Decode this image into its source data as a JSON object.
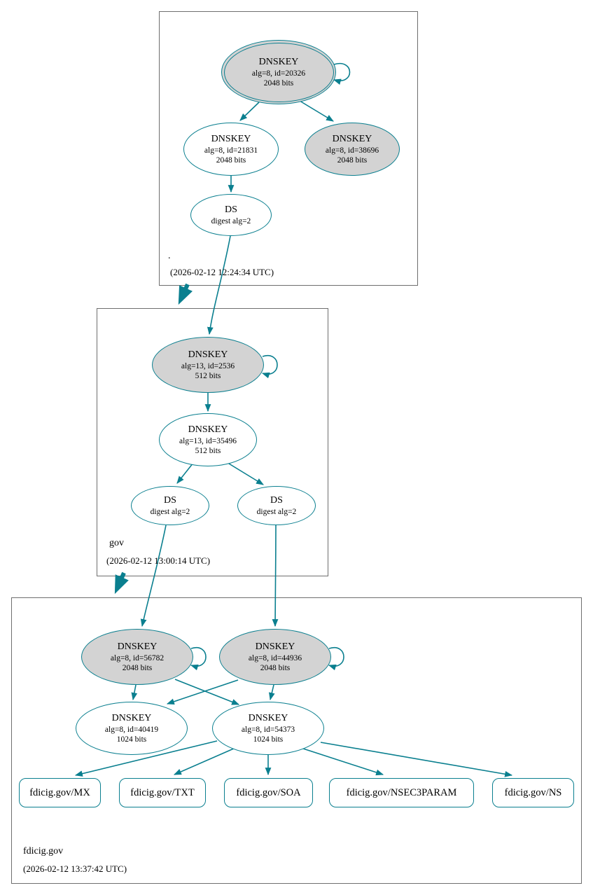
{
  "colors": {
    "secure": "#0a7f8f",
    "ksk_fill": "#d3d3d3",
    "node_fill": "#ffffff"
  },
  "zones": {
    "root": {
      "label": ".",
      "timestamp": "(2026-02-12 12:24:34 UTC)",
      "nodes": {
        "ksk20326": {
          "title": "DNSKEY",
          "detail": "alg=8, id=20326",
          "bits": "2048 bits"
        },
        "zsk21831": {
          "title": "DNSKEY",
          "detail": "alg=8, id=21831",
          "bits": "2048 bits"
        },
        "ksk38696": {
          "title": "DNSKEY",
          "detail": "alg=8, id=38696",
          "bits": "2048 bits"
        },
        "ds": {
          "title": "DS",
          "detail": "digest alg=2"
        }
      }
    },
    "gov": {
      "label": "gov",
      "timestamp": "(2026-02-12 13:00:14 UTC)",
      "nodes": {
        "ksk2536": {
          "title": "DNSKEY",
          "detail": "alg=13, id=2536",
          "bits": "512 bits"
        },
        "zsk35496": {
          "title": "DNSKEY",
          "detail": "alg=13, id=35496",
          "bits": "512 bits"
        },
        "ds_left": {
          "title": "DS",
          "detail": "digest alg=2"
        },
        "ds_right": {
          "title": "DS",
          "detail": "digest alg=2"
        }
      }
    },
    "fdicig": {
      "label": "fdicig.gov",
      "timestamp": "(2026-02-12 13:37:42 UTC)",
      "nodes": {
        "ksk56782": {
          "title": "DNSKEY",
          "detail": "alg=8, id=56782",
          "bits": "2048 bits"
        },
        "ksk44936": {
          "title": "DNSKEY",
          "detail": "alg=8, id=44936",
          "bits": "2048 bits"
        },
        "zsk40419": {
          "title": "DNSKEY",
          "detail": "alg=8, id=40419",
          "bits": "1024 bits"
        },
        "zsk54373": {
          "title": "DNSKEY",
          "detail": "alg=8, id=54373",
          "bits": "1024 bits"
        },
        "rrsets": {
          "mx": "fdicig.gov/MX",
          "txt": "fdicig.gov/TXT",
          "soa": "fdicig.gov/SOA",
          "nsec3param": "fdicig.gov/NSEC3PARAM",
          "ns": "fdicig.gov/NS"
        }
      }
    }
  }
}
